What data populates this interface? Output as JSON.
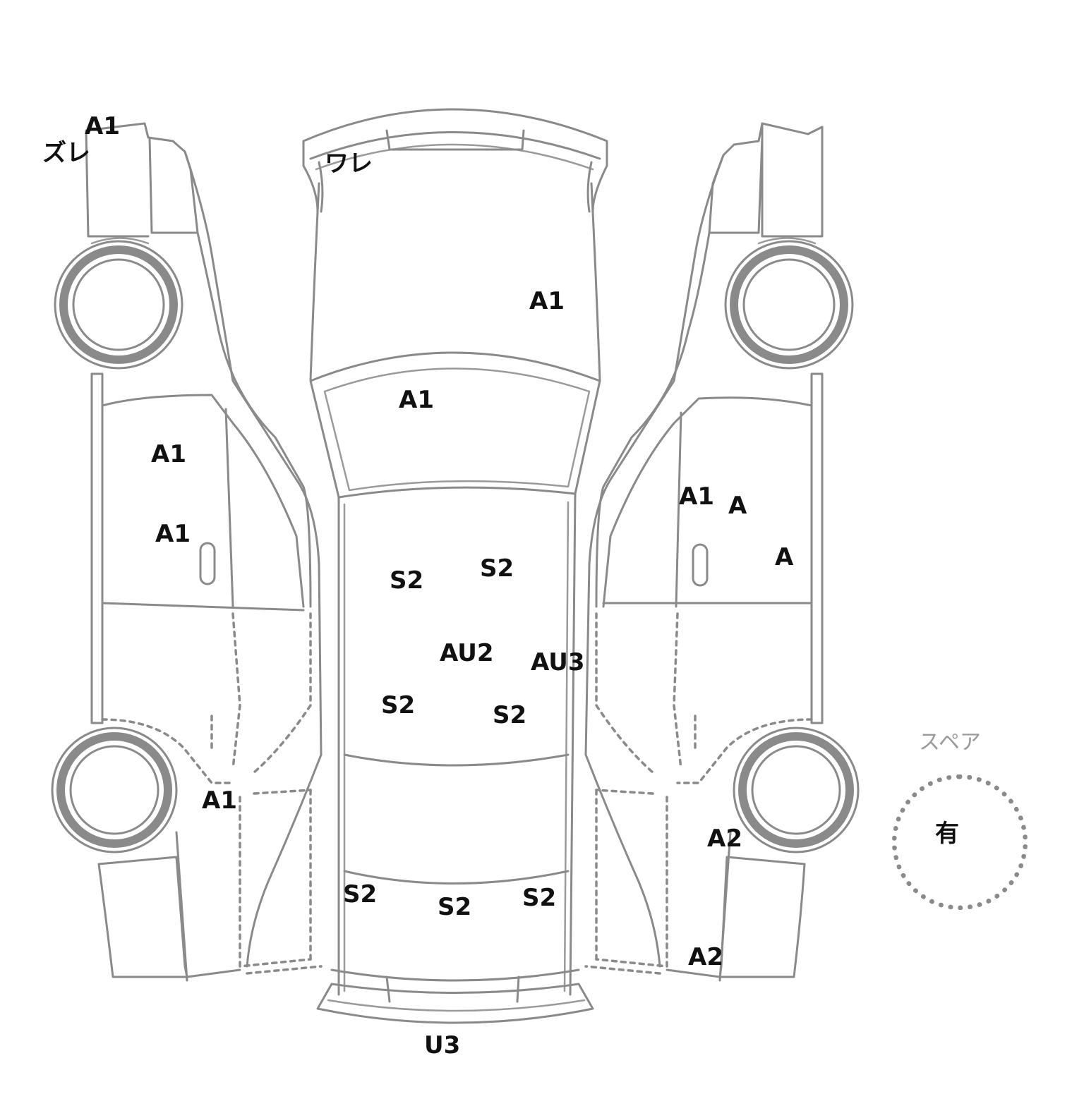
{
  "marks": {
    "zure": "ズレ",
    "front_left_a1": "A1",
    "ware": "ワレ",
    "hood_a1": "A1",
    "windshield_a1": "A1",
    "left_front_door_a1": "A1",
    "left_front_door_a1_lower": "A1",
    "left_rear_a1": "A1",
    "right_a1": "A1",
    "right_a": "A",
    "right_a_lower": "A",
    "right_rear_a2": "A2",
    "right_rear_a2_lower": "A2",
    "roof_s2_1": "S2",
    "roof_s2_2": "S2",
    "roof_au2": "AU2",
    "roof_au3": "AU3",
    "roof_s2_3": "S2",
    "roof_s2_4": "S2",
    "rear_s2_1": "S2",
    "rear_s2_2": "S2",
    "rear_s2_3": "S2",
    "rear_u3": "U3"
  },
  "spare": {
    "label": "スペア",
    "value": "有"
  }
}
